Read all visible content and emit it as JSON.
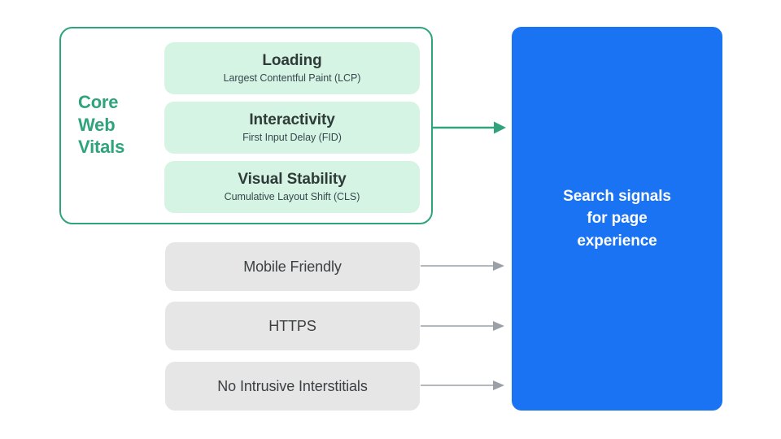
{
  "diagram": {
    "title": "Search signals for page experience",
    "colors": {
      "green_accent": "#2EA37C",
      "green_card_bg": "#D5F4E4",
      "grey_box_bg": "#E6E6E6",
      "blue_box_bg": "#1A73F2",
      "arrow_grey": "#9AA0A6",
      "text_dark": "#3C4043",
      "text_white": "#FFFFFF"
    },
    "core_web_vitals": {
      "group_label": "Core\nWeb\nVitals",
      "group_label_line1": "Core",
      "group_label_line2": "Web",
      "group_label_line3": "Vitals",
      "vitals": [
        {
          "title": "Loading",
          "subtitle": "Largest Contentful Paint (LCP)"
        },
        {
          "title": "Interactivity",
          "subtitle": "First Input Delay (FID)"
        },
        {
          "title": "Visual Stability",
          "subtitle": "Cumulative Layout Shift (CLS)"
        }
      ]
    },
    "other_signals": [
      {
        "label": "Mobile Friendly"
      },
      {
        "label": "HTTPS"
      },
      {
        "label": "No Intrusive Interstitials"
      }
    ],
    "destination": {
      "text": "Search signals\nfor page\nexperience"
    },
    "arrows": [
      {
        "name": "core-web-vitals-arrow",
        "color": "#2EA37C"
      },
      {
        "name": "mobile-friendly-arrow",
        "color": "#9AA0A6"
      },
      {
        "name": "https-arrow",
        "color": "#9AA0A6"
      },
      {
        "name": "no-intrusive-interstitials-arrow",
        "color": "#9AA0A6"
      }
    ]
  }
}
